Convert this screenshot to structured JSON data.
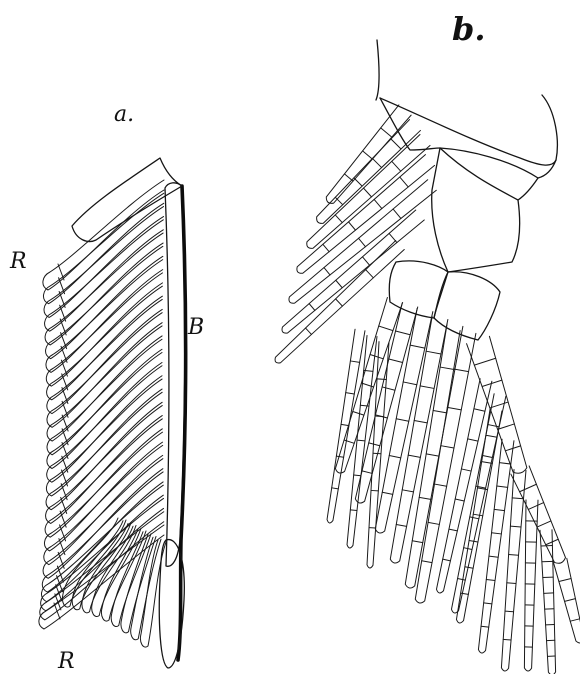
{
  "figure": {
    "panel_a": {
      "label": "a.",
      "ray_label_top": "R",
      "ray_label_bottom": "R",
      "base_label": "B"
    },
    "panel_b": {
      "label": "b."
    }
  }
}
